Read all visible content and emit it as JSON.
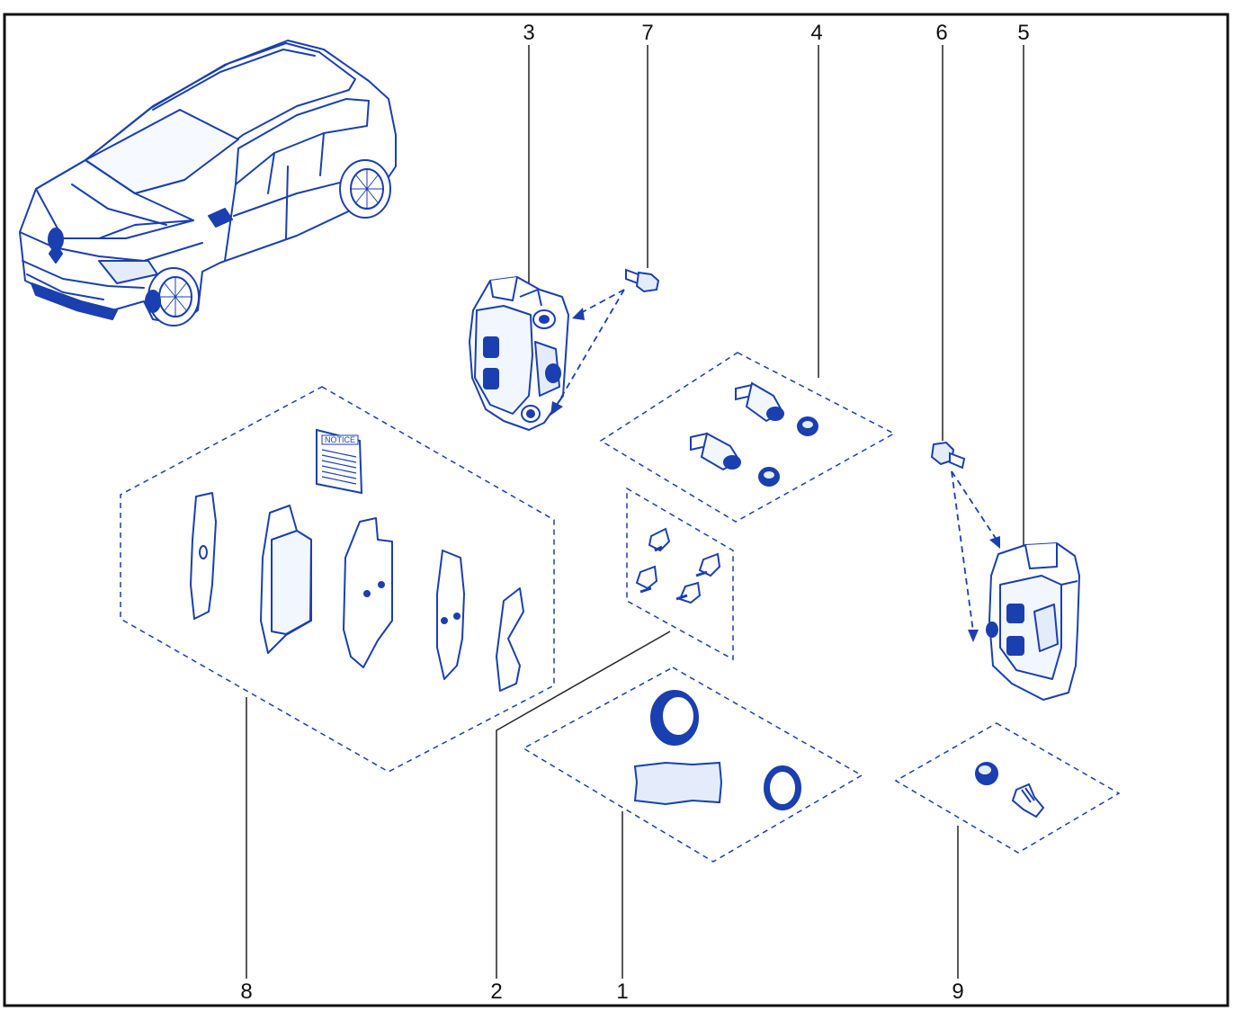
{
  "colors": {
    "line": "#1a3fb0",
    "fill_light": "#e4ecfb",
    "fill_dark": "#1a3fb0",
    "frame": "#111111",
    "leader": "#222222"
  },
  "callouts": {
    "top": {
      "c3": "3",
      "c7": "7",
      "c4": "4",
      "c6": "6",
      "c5": "5"
    },
    "bottom": {
      "c8": "8",
      "c2": "2",
      "c1": "1",
      "c9": "9"
    }
  },
  "notice_label": "NOTICE",
  "icons": [
    "vehicle-illustration",
    "brake-caliper-left",
    "brake-caliper-right",
    "caliper-bolt",
    "guide-pin",
    "brake-pad",
    "anti-squeal-shim",
    "pad-clip",
    "piston-seal",
    "grease-sachet",
    "bleed-screw",
    "dust-cap",
    "notice-booklet"
  ]
}
